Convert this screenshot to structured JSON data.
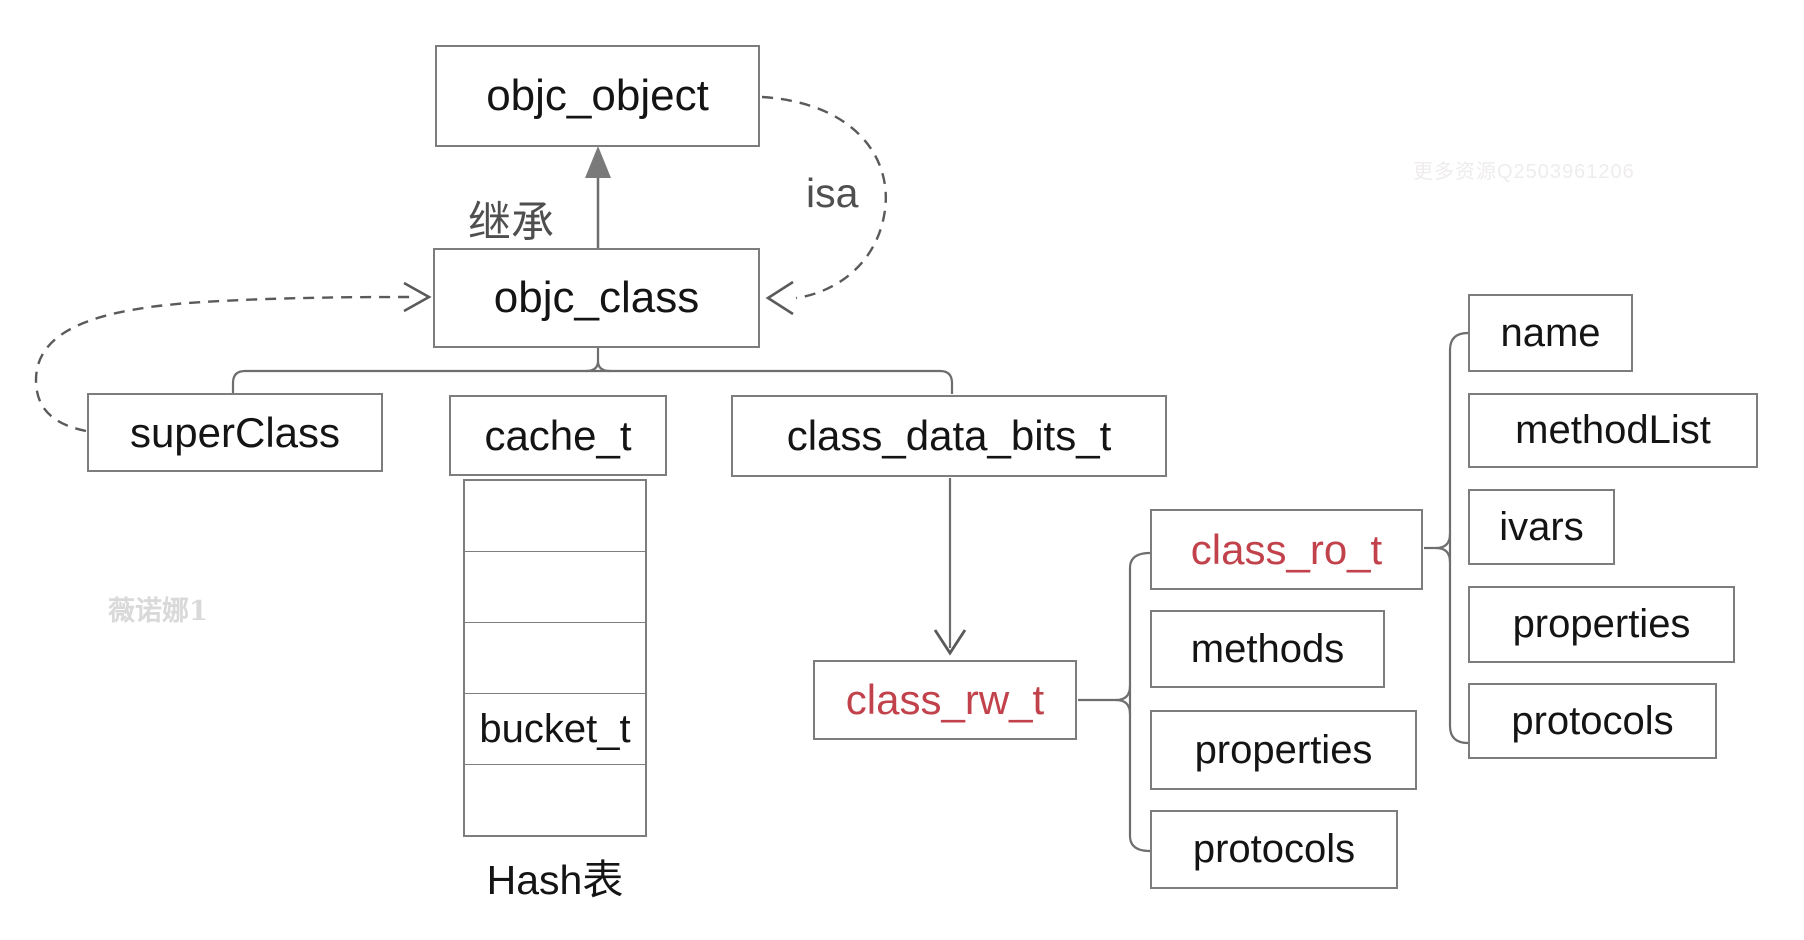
{
  "diagram": {
    "type": "objc-class-structure",
    "colors": {
      "background": "#ffffff",
      "box_border": "#7d7d7d",
      "box_text": "#141414",
      "highlight_text": "#c2424c",
      "line": "#6e6e6e",
      "dashed_line": "#5a5a5a",
      "edge_label": "#4f4f4f"
    },
    "nodes": {
      "objc_object": "objc_object",
      "objc_class": "objc_class",
      "superclass": "superClass",
      "cache": "cache_t",
      "class_data_bits": "class_data_bits_t",
      "class_rw": "class_rw_t",
      "class_ro": "class_ro_t",
      "rw_methods": "methods",
      "rw_properties": "properties",
      "rw_protocols": "protocols",
      "ro_name": "name",
      "ro_method_list": "methodList",
      "ro_ivars": "ivars",
      "ro_properties": "properties",
      "ro_protocols": "protocols"
    },
    "edge_labels": {
      "inheritance": "继承",
      "isa": "isa"
    },
    "cache_table": {
      "row_count": 5,
      "bucket_row": 4,
      "bucket_label": "bucket_t",
      "caption": "Hash表"
    },
    "watermarks": {
      "top_right": "更多资源Q2503961206",
      "left": "薇诺娜1"
    }
  }
}
